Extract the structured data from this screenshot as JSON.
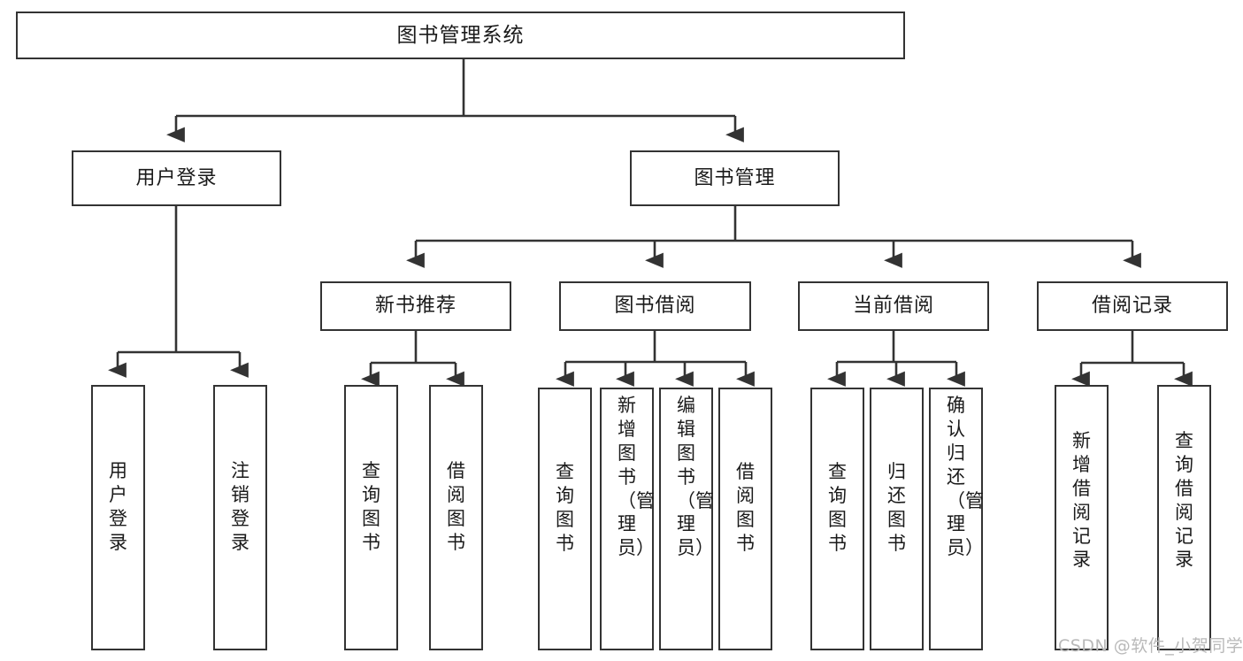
{
  "diagram": {
    "title": "图书管理系统",
    "type": "hierarchy-tree",
    "root": {
      "id": "root",
      "label": "图书管理系统"
    },
    "level2": [
      {
        "id": "user-login",
        "label": "用户登录"
      },
      {
        "id": "book-management",
        "label": "图书管理"
      }
    ],
    "level3": [
      {
        "id": "new-book-recommend",
        "label": "新书推荐"
      },
      {
        "id": "book-borrow",
        "label": "图书借阅"
      },
      {
        "id": "current-borrow",
        "label": "当前借阅"
      },
      {
        "id": "borrow-record",
        "label": "借阅记录"
      }
    ],
    "leaves": {
      "user-login": [
        {
          "id": "leaf-user-login",
          "label": "用户登录"
        },
        {
          "id": "leaf-logout",
          "label": "注销登录"
        }
      ],
      "new-book-recommend": [
        {
          "id": "leaf-query-book-1",
          "label": "查询图书"
        },
        {
          "id": "leaf-borrow-book-1",
          "label": "借阅图书"
        }
      ],
      "book-borrow": [
        {
          "id": "leaf-query-book-2",
          "label": "查询图书"
        },
        {
          "id": "leaf-add-book",
          "label": "新增图书（管理员）"
        },
        {
          "id": "leaf-edit-book",
          "label": "编辑图书（管理员）"
        },
        {
          "id": "leaf-borrow-book-2",
          "label": "借阅图书"
        }
      ],
      "current-borrow": [
        {
          "id": "leaf-query-book-3",
          "label": "查询图书"
        },
        {
          "id": "leaf-return-book",
          "label": "归还图书"
        },
        {
          "id": "leaf-confirm-return",
          "label": "确认归还（管理员）"
        }
      ],
      "borrow-record": [
        {
          "id": "leaf-add-record",
          "label": "新增借阅记录"
        },
        {
          "id": "leaf-query-record",
          "label": "查询借阅记录"
        }
      ]
    }
  },
  "watermark": {
    "text": "CSDN @软件_小贺同学"
  },
  "colors": {
    "border": "#333333",
    "background": "#ffffff",
    "text": "#1a1a1a",
    "watermark": "#b9b9b9"
  }
}
